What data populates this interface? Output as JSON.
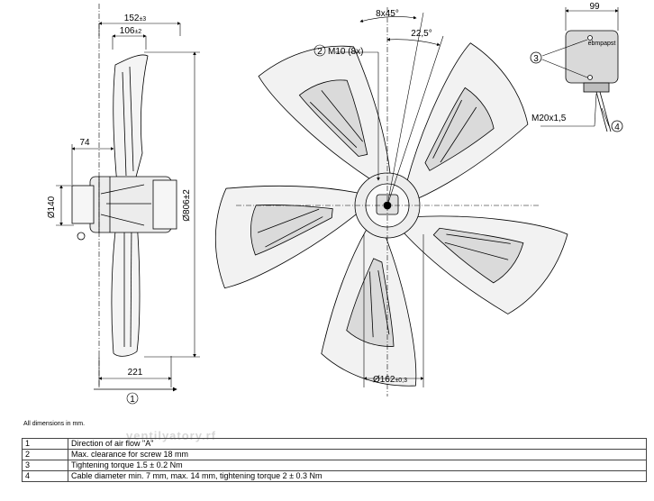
{
  "dimensions": {
    "width_152": "152",
    "width_106": "106",
    "offset_74": "74",
    "dia_140": "Ø140",
    "dia_806": "Ø806",
    "width_221": "221",
    "angle_8x45": "8x45°",
    "angle_22_5": "22,5°",
    "thread_m10": "M10 (8x)",
    "dia_162": "Ø162",
    "box_99": "99",
    "cable_m20": "M20x1,5",
    "tol_3": "±3",
    "tol_2": "±2",
    "tol_03": "±0,3"
  },
  "callouts": {
    "c1": "1",
    "c2": "2",
    "c3": "3",
    "c4": "4"
  },
  "box_label": "ebmpapst",
  "note": "All dimensions in mm.",
  "watermark": "ventilyatory.rf",
  "legend": [
    {
      "num": "1",
      "text": "Direction of air flow \"A\""
    },
    {
      "num": "2",
      "text": "Max. clearance for screw 18 mm"
    },
    {
      "num": "3",
      "text": "Tightening torque 1.5 ± 0.2 Nm"
    },
    {
      "num": "4",
      "text": "Cable diameter min. 7 mm, max. 14 mm, tightening torque 2 ± 0.3 Nm"
    }
  ]
}
